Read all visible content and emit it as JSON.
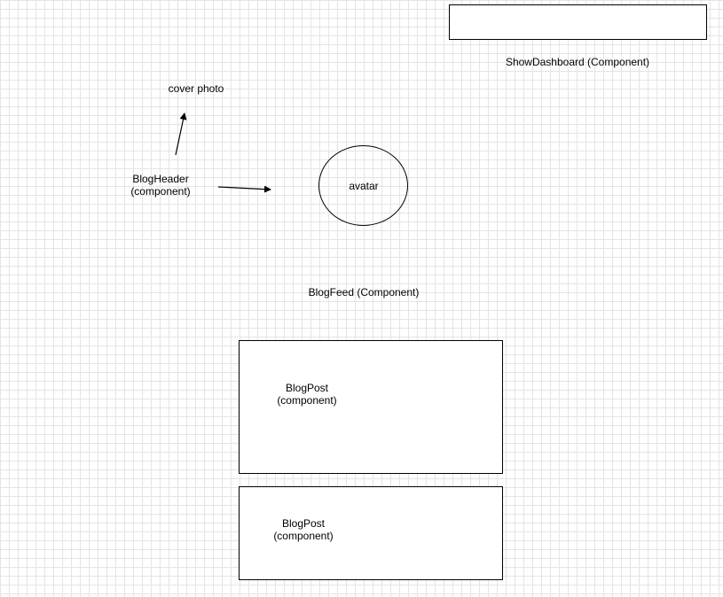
{
  "show_dashboard": {
    "label": "ShowDashboard (Component)"
  },
  "blog_header": {
    "label": "BlogHeader\n(component)",
    "cover_photo_label": "cover photo",
    "avatar_label": "avatar"
  },
  "blog_feed": {
    "label": "BlogFeed (Component)",
    "posts": [
      {
        "label": "BlogPost\n(component)"
      },
      {
        "label": "BlogPost\n(component)"
      }
    ]
  },
  "colors": {
    "stroke": "#000000",
    "grid": "#e4e4e4",
    "background": "#ffffff"
  }
}
